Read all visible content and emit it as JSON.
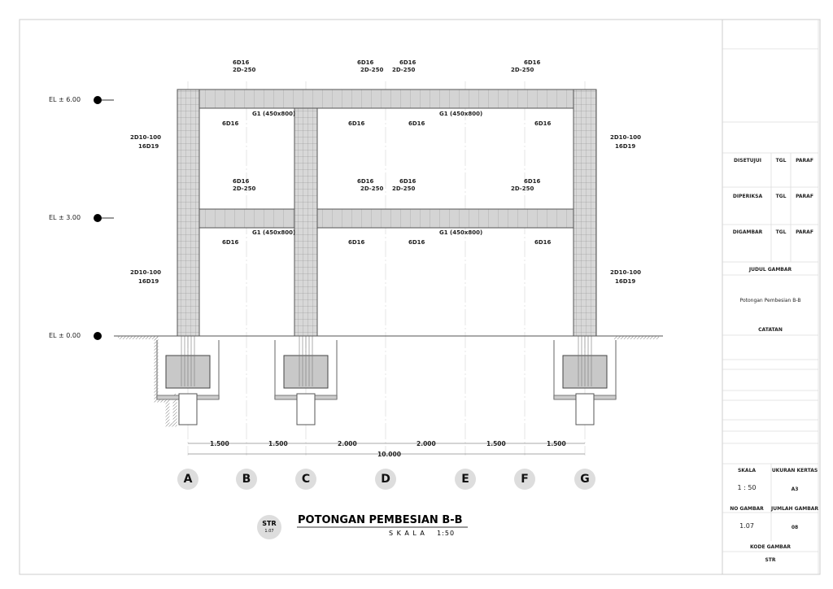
{
  "elevations": [
    "EL ± 6.00",
    "EL ± 3.00",
    "EL ± 0.00"
  ],
  "rebar": {
    "top_a": "6D16",
    "top_b": "2D-250",
    "bottom": "6D16",
    "beam": "G1 (450x800)",
    "col_a": "2D10-100",
    "col_b": "16D19"
  },
  "grid_labels": [
    "A",
    "B",
    "C",
    "D",
    "E",
    "F",
    "G"
  ],
  "dimensions": [
    "1.500",
    "1.500",
    "2.000",
    "2.000",
    "1.500",
    "1.500"
  ],
  "total_dimension": "10.000",
  "title": {
    "badge_top": "STR",
    "badge_bottom": "1.07",
    "name": "POTONGAN PEMBESIAN B-B",
    "scale": "S K A L A    1:50"
  },
  "title_block": {
    "rows": [
      {
        "role": "DISETUJUI",
        "tgl": "TGL",
        "paraf": "PARAF"
      },
      {
        "role": "DIPERIKSA",
        "tgl": "TGL",
        "paraf": "PARAF"
      },
      {
        "role": "DIGAMBAR",
        "tgl": "TGL",
        "paraf": "PARAF"
      }
    ],
    "judul_label": "JUDUL GAMBAR",
    "judul_value": "Potongan Pembesian B-B",
    "catatan_label": "CATATAN",
    "skala_label": "SKALA",
    "skala_value": "1 : 50",
    "ukuran_label": "UKURAN KERTAS",
    "ukuran_value": "A3",
    "no_label": "NO GAMBAR",
    "no_value": "1.07",
    "jumlah_label": "JUMLAH GAMBAR",
    "jumlah_value": "08",
    "kode_label": "KODE GAMBAR",
    "kode_value": "STR"
  }
}
